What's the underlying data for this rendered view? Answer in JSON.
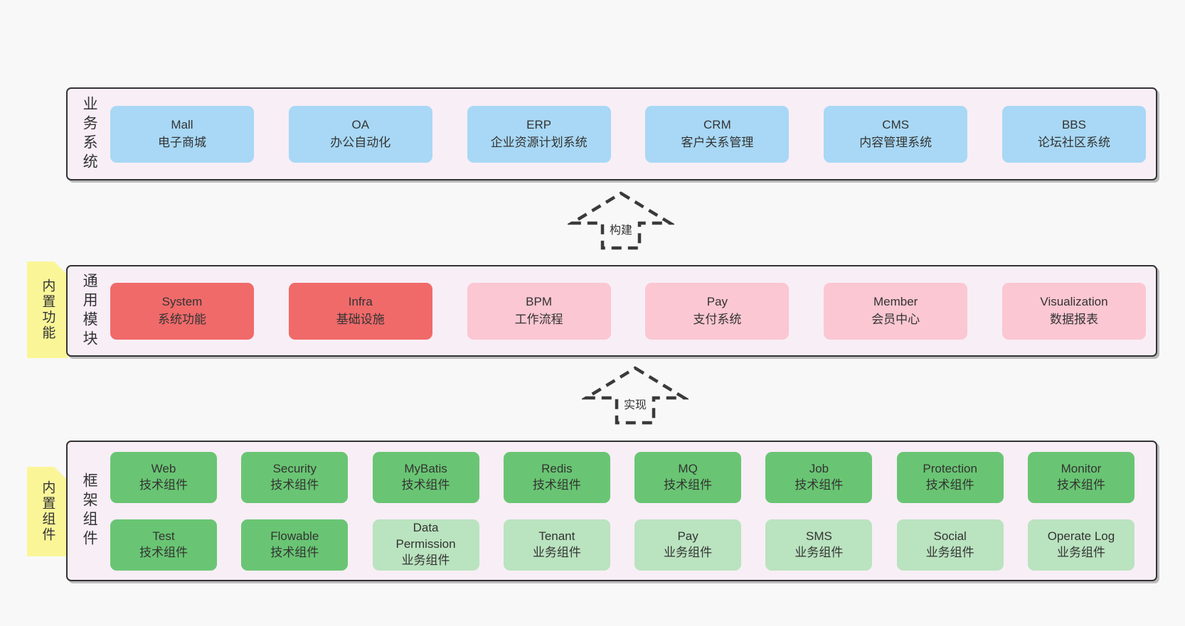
{
  "palette": {
    "page_bg": "#f8f8f8",
    "layer_bg": "#f8eef6",
    "layer_border": "#333333",
    "box_blue": "#a8d8f5",
    "box_red": "#f06a6a",
    "box_pink": "#fbc7d2",
    "box_green": "#69c573",
    "box_green_light": "#bae3bf",
    "note_yellow": "#faf698",
    "note_fold_gray": "#c6c6c6",
    "text": "#333333"
  },
  "arrows": [
    {
      "label": "构建"
    },
    {
      "label": "实现"
    }
  ],
  "notes": [
    {
      "label": "内置功能"
    },
    {
      "label": "内置组件"
    }
  ],
  "layers": [
    {
      "label": "业务系统",
      "boxes": [
        {
          "name": "Mall",
          "subtitle": "电子商城"
        },
        {
          "name": "OA",
          "subtitle": "办公自动化"
        },
        {
          "name": "ERP",
          "subtitle": "企业资源计划系统"
        },
        {
          "name": "CRM",
          "subtitle": "客户关系管理"
        },
        {
          "name": "CMS",
          "subtitle": "内容管理系统"
        },
        {
          "name": "BBS",
          "subtitle": "论坛社区系统"
        }
      ]
    },
    {
      "label": "通用模块",
      "boxes": [
        {
          "name": "System",
          "subtitle": "系统功能"
        },
        {
          "name": "Infra",
          "subtitle": "基础设施"
        },
        {
          "name": "BPM",
          "subtitle": "工作流程"
        },
        {
          "name": "Pay",
          "subtitle": "支付系统"
        },
        {
          "name": "Member",
          "subtitle": "会员中心"
        },
        {
          "name": "Visualization",
          "subtitle": "数据报表"
        }
      ]
    },
    {
      "label": "框架组件",
      "boxes": [
        {
          "name": "Web",
          "subtitle": "技术组件"
        },
        {
          "name": "Security",
          "subtitle": "技术组件"
        },
        {
          "name": "MyBatis",
          "subtitle": "技术组件"
        },
        {
          "name": "Redis",
          "subtitle": "技术组件"
        },
        {
          "name": "MQ",
          "subtitle": "技术组件"
        },
        {
          "name": "Job",
          "subtitle": "技术组件"
        },
        {
          "name": "Protection",
          "subtitle": "技术组件"
        },
        {
          "name": "Monitor",
          "subtitle": "技术组件"
        },
        {
          "name": "Test",
          "subtitle": "技术组件"
        },
        {
          "name": "Flowable",
          "subtitle": "技术组件"
        },
        {
          "name": "Data Permission",
          "subtitle": "业务组件"
        },
        {
          "name": "Tenant",
          "subtitle": "业务组件"
        },
        {
          "name": "Pay",
          "subtitle": "业务组件"
        },
        {
          "name": "SMS",
          "subtitle": "业务组件"
        },
        {
          "name": "Social",
          "subtitle": "业务组件"
        },
        {
          "name": "Operate Log",
          "subtitle": "业务组件"
        }
      ]
    }
  ]
}
